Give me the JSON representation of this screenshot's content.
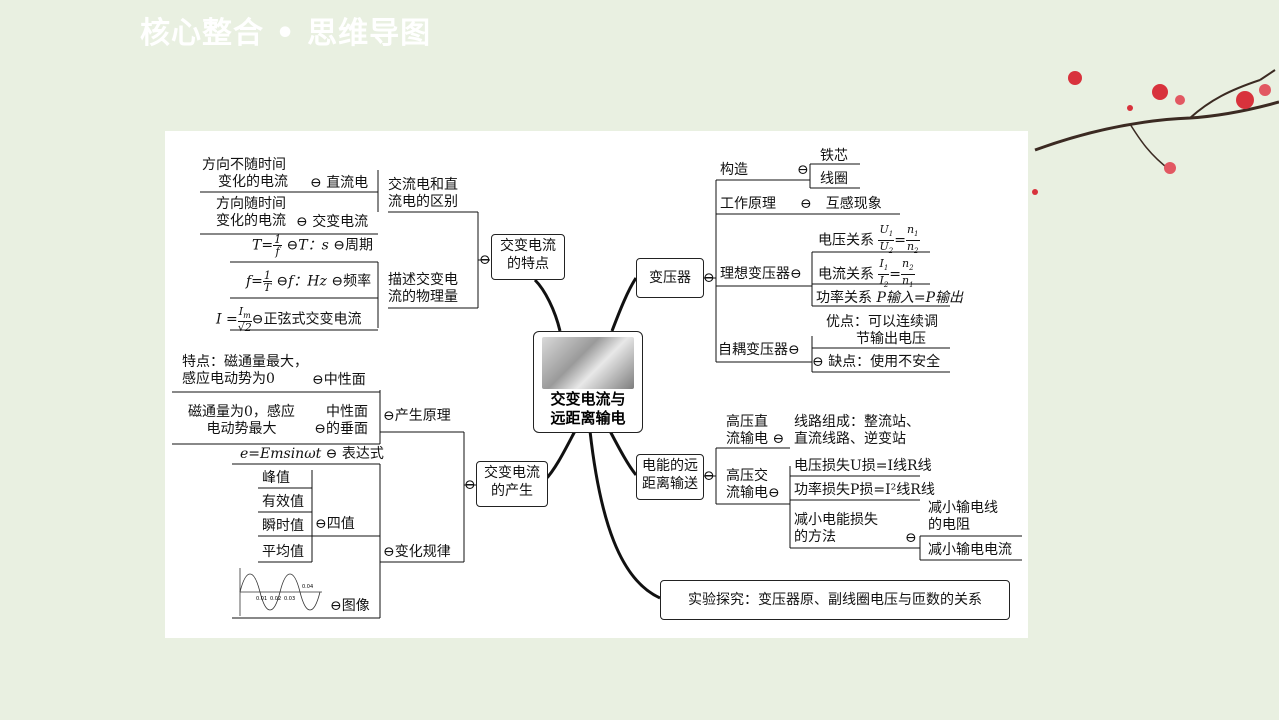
{
  "header": {
    "title": "核心整合 • 思维导图"
  },
  "center": {
    "line1": "交变电流与",
    "line2": "远距离输电"
  },
  "left_top": {
    "node": {
      "line1": "交变电流",
      "line2": "的特点"
    },
    "diff": {
      "line1": "交流电和直",
      "line2": "流电的区别"
    },
    "dc_desc": {
      "line1": "方向不随时间",
      "line2": "变化的电流"
    },
    "dc": "直流电",
    "ac_desc": {
      "line1": "方向随时间",
      "line2": "变化的电流"
    },
    "ac": "交变电流",
    "phys": {
      "line1": "描述交变电",
      "line2": "流的物理量"
    },
    "period_formula_lhs": "T=",
    "period_unit": "T：s",
    "period": "周期",
    "freq_formula_lhs": "f=",
    "freq_unit": "f：Hz",
    "freq": "频率",
    "sine_formula_lhs": "I =",
    "sine": "正弦式交变电流"
  },
  "left_bottom": {
    "node": {
      "line1": "交变电流",
      "line2": "的产生"
    },
    "principle": "产生原理",
    "neutral_desc": {
      "line1": "特点：磁通量最大，",
      "line2": "感应电动势为0"
    },
    "neutral": "中性面",
    "vertical_desc": {
      "line1": "磁通量为0，感应",
      "line2": "电动势最大"
    },
    "vertical": {
      "line1": "中性面",
      "line2": "的垂面"
    },
    "law": "变化规律",
    "expr_formula": "e=Emsinωt",
    "expr": "表达式",
    "values": [
      "峰值",
      "有效值",
      "瞬时值",
      "平均值"
    ],
    "four_values": "四值",
    "image": "图像",
    "graph_ticks": [
      "0.01",
      "0.02",
      "0.03",
      "0.04"
    ]
  },
  "right_top": {
    "node": "变压器",
    "structure": "构造",
    "core": "铁芯",
    "coil": "线圈",
    "principle": "工作原理",
    "mutual": "互感现象",
    "ideal": "理想变压器",
    "voltage_rel": "电压关系",
    "current_rel": "电流关系",
    "power_rel": "功率关系",
    "power_formula": "P输入=P输出",
    "auto": "自耦变压器",
    "adv": {
      "line1": "优点：可以连续调",
      "line2": "节输出电压"
    },
    "disadv": "缺点：使用不安全"
  },
  "right_bottom": {
    "node": {
      "line1": "电能的远",
      "line2": "距离输送"
    },
    "hvdc": {
      "line1": "高压直",
      "line2": "流输电"
    },
    "hvdc_comp": {
      "line1": "线路组成：整流站、",
      "line2": "直流线路、逆变站"
    },
    "hvac": {
      "line1": "高压交",
      "line2": "流输电"
    },
    "vloss": "电压损失U损=I线R线",
    "ploss": "功率损失P损=I²线R线",
    "reduce": {
      "line1": "减小电能损失",
      "line2": "的方法"
    },
    "reduce_r": {
      "line1": "减小输电线",
      "line2": "的电阻"
    },
    "reduce_i": "减小输电电流"
  },
  "experiment": "实验探究：变压器原、副线圈电压与匝数的关系"
}
